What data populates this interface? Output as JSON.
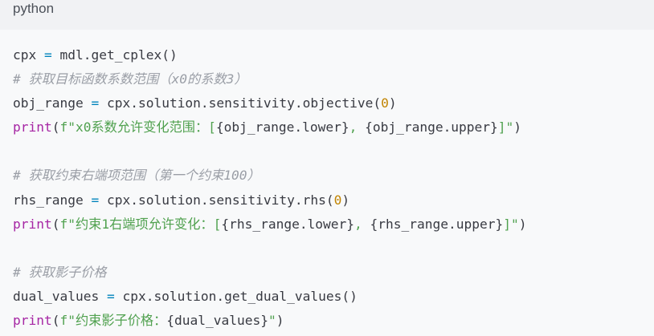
{
  "language": "python",
  "lines": [
    "cpx = mdl.get_cplex()",
    "# 获取目标函数系数范围（x0的系数3）",
    "obj_range = cpx.solution.sensitivity.objective(0)",
    "print(f\"x0系数允许变化范围：[{obj_range.lower}, {obj_range.upper}]\")",
    "",
    "# 获取约束右端项范围（第一个约束100）",
    "rhs_range = cpx.solution.sensitivity.rhs(0)",
    "print(f\"约束1右端项允许变化：[{rhs_range.lower}, {rhs_range.upper}]\")",
    "",
    "# 获取影子价格",
    "dual_values = cpx.solution.get_dual_values()",
    "print(f\"约束影子价格：{dual_values}\")"
  ],
  "colors": {
    "background": "#f8f9fa",
    "header_background": "#f1f2f4",
    "keyword": "#a626a4",
    "string": "#50a14f",
    "number": "#c18401",
    "operator": "#0184bc",
    "comment": "#9a9ea6"
  }
}
